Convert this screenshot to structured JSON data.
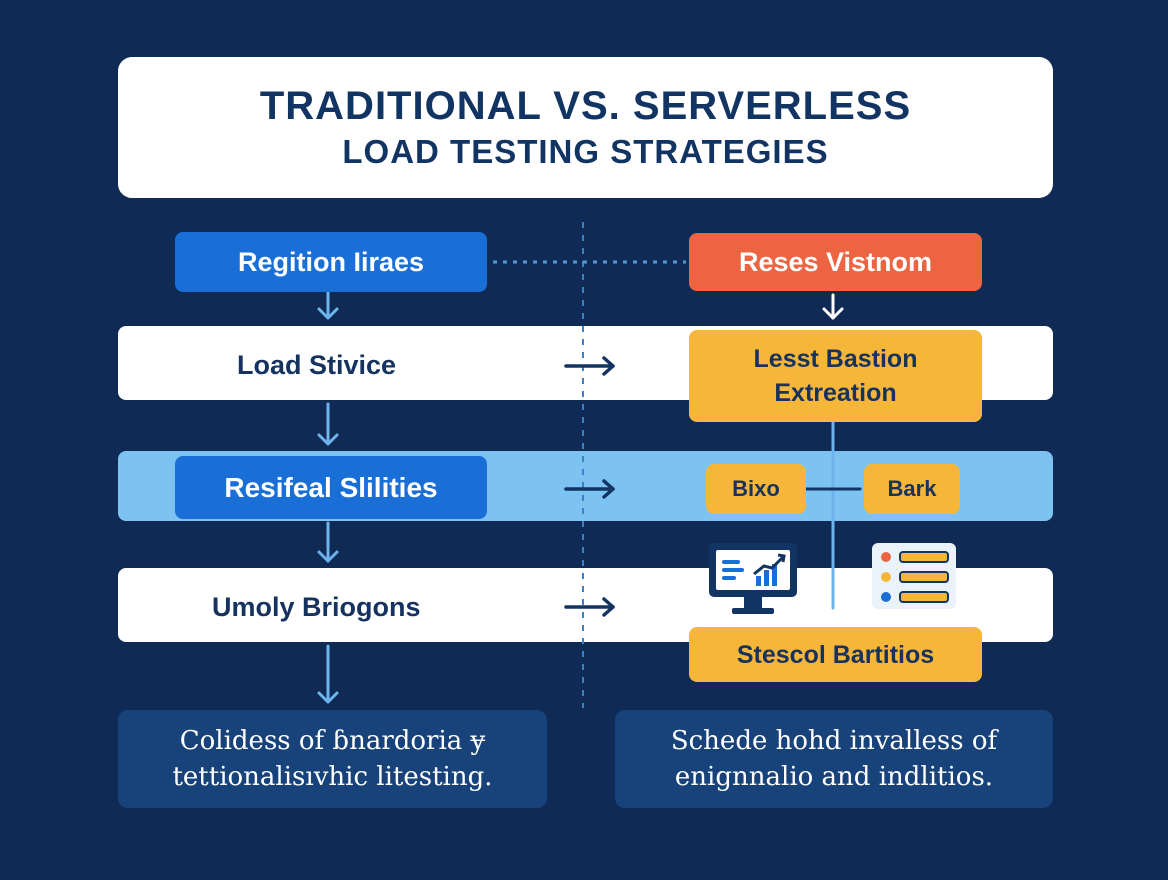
{
  "title": {
    "line1": "TRADITIONAL VS. SERVERLESS",
    "line2": "LOAD TESTING STRATEGIES"
  },
  "left": {
    "top_pill": "Regition Iiraes",
    "row1": "Load Stivice",
    "row2": "Resifeal Slilities",
    "row3": "Umoly Briogons",
    "note_line1": "Colidess of ɓnardoria ɏ",
    "note_line2": "tettionalisıvhic litesting."
  },
  "right": {
    "top_pill": "Reses Vistnom",
    "box1_line1": "Lesst Bastion",
    "box1_line2": "Extreation",
    "box2a": "Bixo",
    "box2b": "Bark",
    "box3": "Stescol Bartitios",
    "note_line1": "Schede hohd invalless of",
    "note_line2": "enignnalio and indlitios."
  },
  "colors": {
    "background": "#0f2b55",
    "blue": "#1a6fd6",
    "orange": "#ec6441",
    "yellow": "#f6b63a",
    "light_blue": "#7cc3f2",
    "navy_text": "#123463"
  },
  "icons": [
    "monitor-chart-icon",
    "checklist-icon"
  ]
}
